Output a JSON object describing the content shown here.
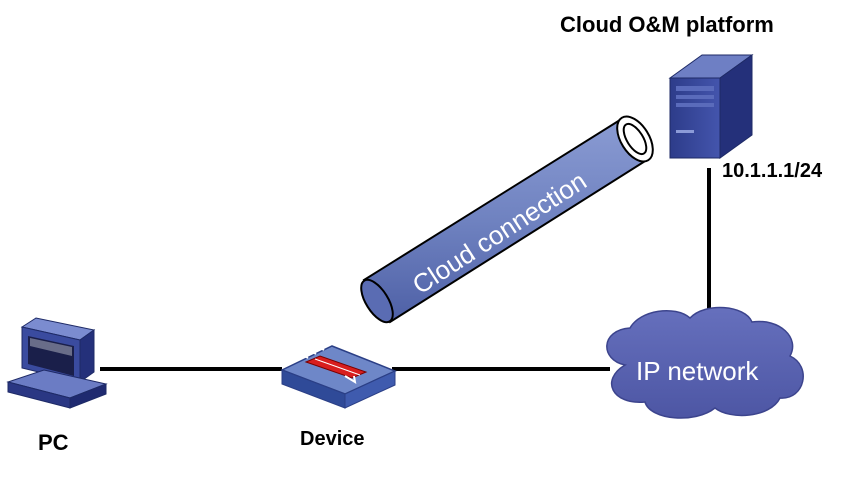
{
  "nodes": {
    "platform": {
      "label": "Cloud O&M platform",
      "ip": "10.1.1.1/24",
      "icon": "server-icon"
    },
    "network": {
      "label": "IP network",
      "icon": "cloud-icon"
    },
    "device": {
      "label": "Device",
      "icon": "firewall-icon"
    },
    "pc": {
      "label": "PC",
      "icon": "desktop-computer-icon"
    }
  },
  "tunnel": {
    "label": "Cloud connection",
    "icon": "tube-icon"
  },
  "colors": {
    "cloud": "#5b64b3",
    "tunnel": "#7083c0",
    "server": "#3a4a9a",
    "device": "#6e87c8",
    "link": "#000000"
  }
}
